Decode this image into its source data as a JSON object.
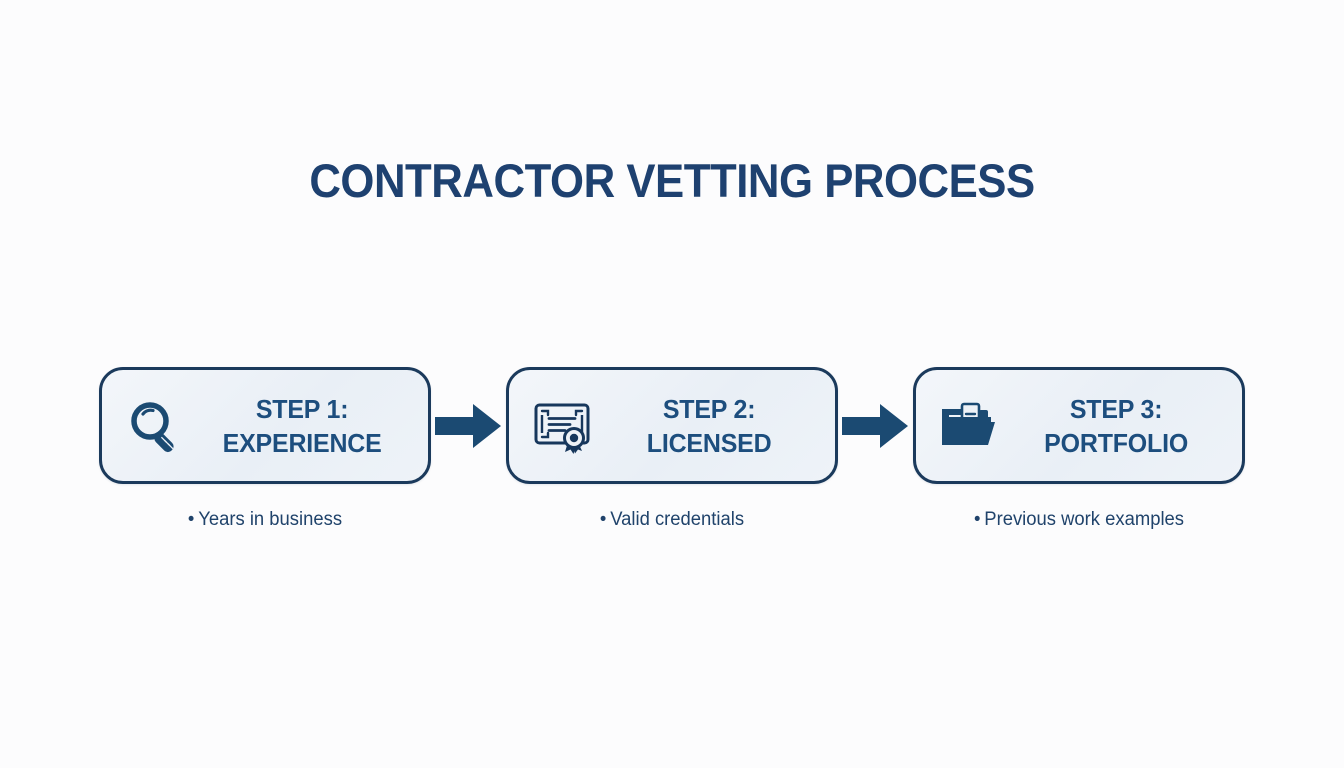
{
  "page": {
    "title": "CONTRACTOR VETTING PROCESS",
    "background_color": "#fcfcfd",
    "accent_color": "#1b3a5c",
    "title_color": "#1e4170",
    "card_fill_color": "#eef2f7",
    "card_border_color": "#1b3a5c",
    "label_color": "#1d4e7e",
    "caption_color": "#20436b"
  },
  "steps": [
    {
      "icon": "magnifying-glass-icon",
      "line1": "STEP 1:",
      "line2": "EXPERIENCE",
      "caption_bullet": "•",
      "caption": "Years in business"
    },
    {
      "icon": "certificate-icon",
      "line1": "STEP 2:",
      "line2": "LICENSED",
      "caption_bullet": "•",
      "caption": "Valid credentials"
    },
    {
      "icon": "folder-documents-icon",
      "line1": "STEP 3:",
      "line2": "PORTFOLIO",
      "caption_bullet": "•",
      "caption": "Previous work examples"
    }
  ],
  "connectors": [
    {
      "icon": "arrow-right-icon"
    },
    {
      "icon": "arrow-right-icon"
    }
  ]
}
